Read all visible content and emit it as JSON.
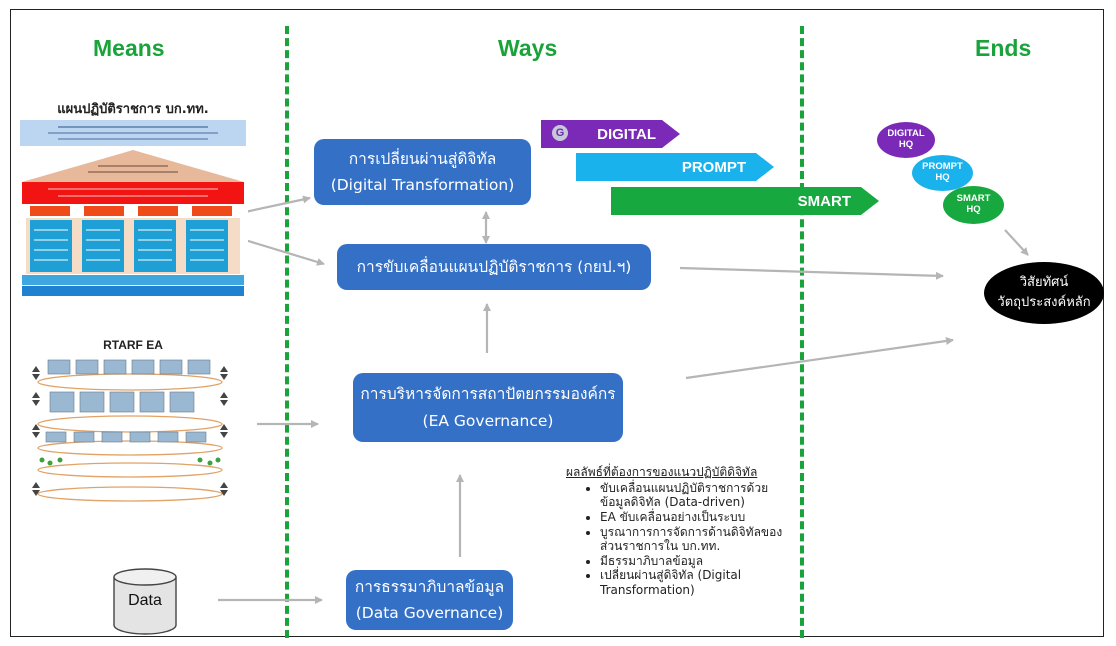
{
  "headers": {
    "means": "Means",
    "ways": "Ways",
    "ends": "Ends"
  },
  "means": {
    "plan_title": "แผนปฏิบัติราชการ บก.ทท.",
    "ea_title": "RTARF EA",
    "data_label": "Data"
  },
  "ways": {
    "digital_transformation": {
      "line1": "การเปลี่ยนผ่านสู่ดิจิทัล",
      "line2": "(Digital Transformation)"
    },
    "plan_driving": {
      "line1": "การขับเคลื่อนแผนปฏิบัติราชการ (กยป.ฯ)"
    },
    "ea_governance": {
      "line1": "การบริหารจัดการสถาปัตยกรรมองค์กร",
      "line2": "(EA Governance)"
    },
    "data_governance": {
      "line1": "การธรรมาภิบาลข้อมูล",
      "line2": "(Data Governance)"
    },
    "tags": {
      "digital": "DIGITAL",
      "prompt": "PROMPT",
      "smart": "SMART",
      "g": "G"
    },
    "outcome": {
      "title": "ผลลัพธ์ที่ต้องการของแนวปฏิบัติดิจิทัล",
      "items": [
        "ขับเคลื่อนแผนปฏิบัติราชการด้วยข้อมูลดิจิทัล (Data-driven)",
        "EA ขับเคลื่อนอย่างเป็นระบบ",
        "บูรณาการการจัดการด้านดิจิทัลของส่วนราชการใน บก.ทท.",
        "มีธรรมาภิบาลข้อมูล",
        "เปลี่ยนผ่านสู่ดิจิทัล (Digital Transformation)"
      ]
    }
  },
  "ends": {
    "digital_hq": {
      "l1": "DIGITAL",
      "l2": "HQ"
    },
    "prompt_hq": {
      "l1": "PROMPT",
      "l2": "HQ"
    },
    "smart_hq": {
      "l1": "SMART",
      "l2": "HQ"
    },
    "vision": {
      "line1": "วิสัยทัศน์",
      "line2": "วัตถุประสงค์หลัก"
    }
  },
  "colors": {
    "accent_green": "#1aa33a",
    "box_blue": "#3470c6",
    "digital_purple": "#7b2ab8",
    "prompt_cyan": "#1ab2ec",
    "smart_green": "#17a83f"
  }
}
